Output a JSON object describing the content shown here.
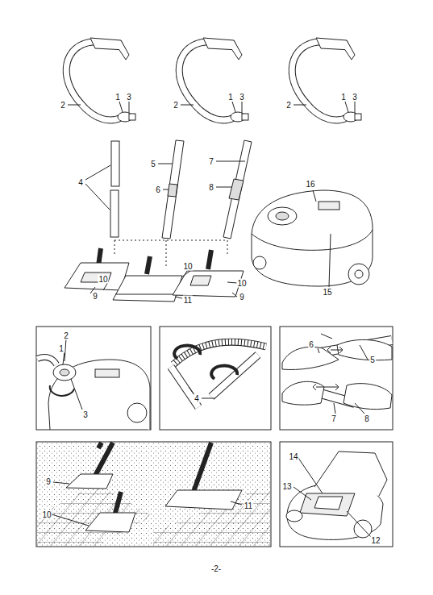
{
  "diagram": {
    "labels": [
      "2",
      "1",
      "3",
      "2",
      "1",
      "3",
      "2",
      "1",
      "3",
      "4",
      "5",
      "6",
      "7",
      "8",
      "16",
      "15",
      "10",
      "9",
      "11",
      "10",
      "10",
      "9",
      "2",
      "1",
      "3",
      "4",
      "6",
      "5",
      "7",
      "8",
      "9",
      "10",
      "11",
      "14",
      "13",
      "12",
      "-2-"
    ]
  }
}
